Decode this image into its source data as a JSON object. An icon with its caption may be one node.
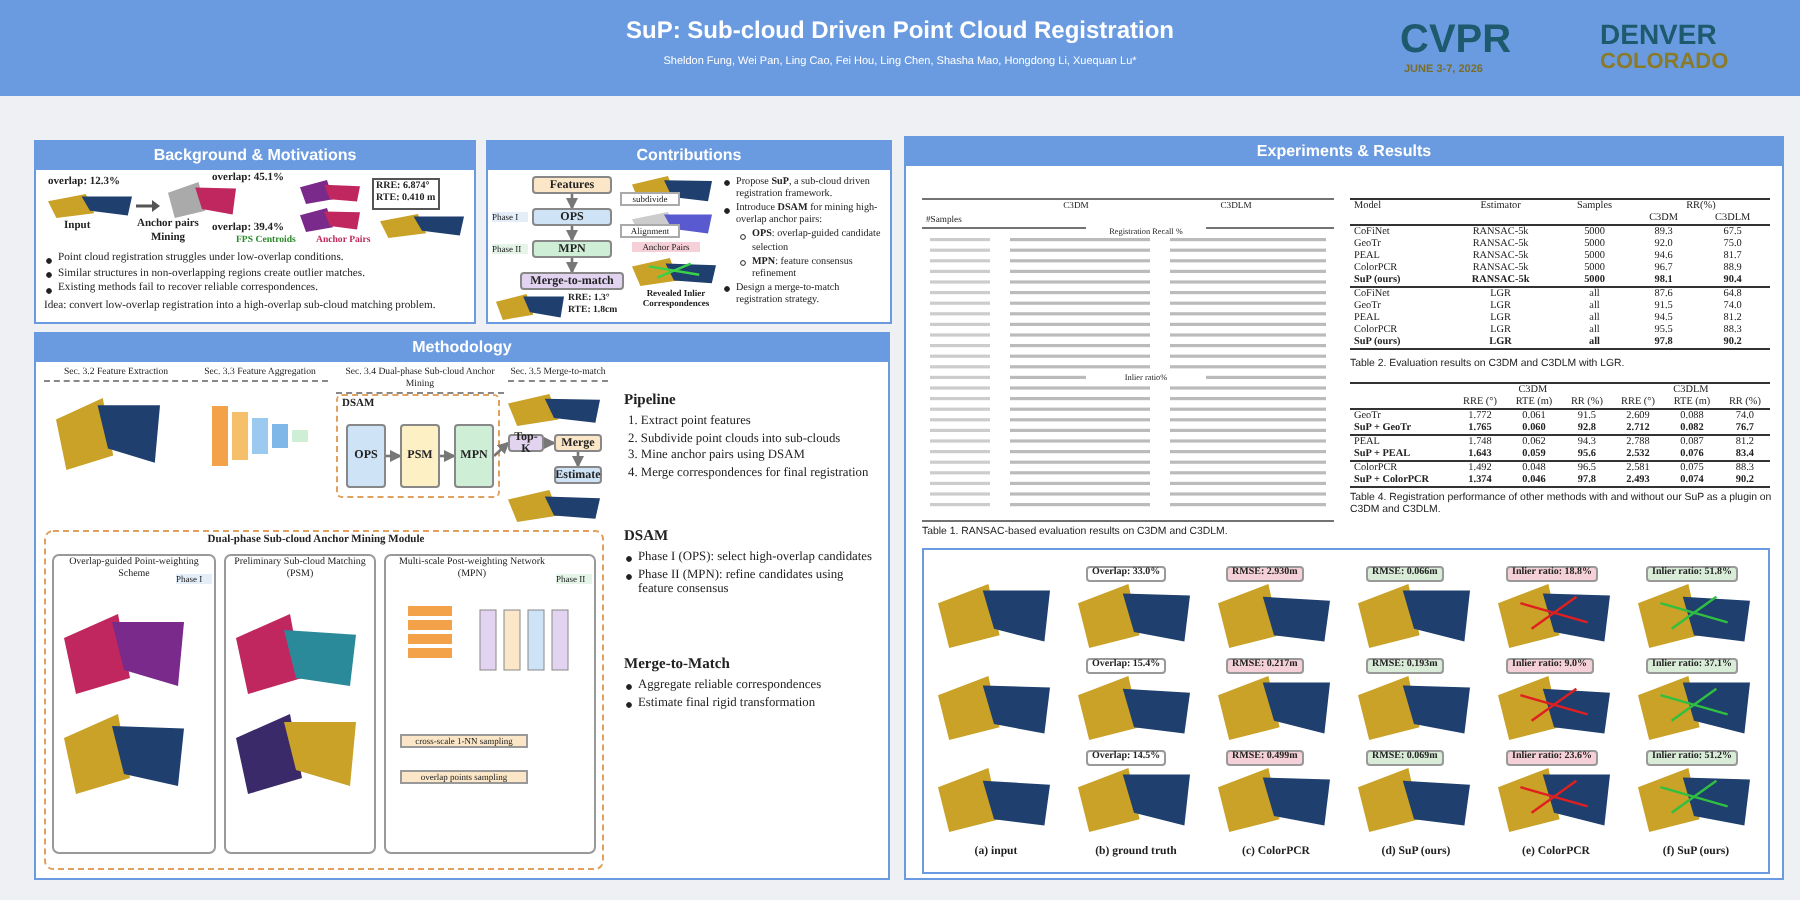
{
  "diagram": {
    "title": "SuP: Sub-cloud Driven Point Cloud Registration",
    "nodes": [
      {
        "text": [
          "Background & Motivations"
        ]
      },
      {
        "text": [
          "Contributions"
        ]
      },
      {
        "text": [
          "Features"
        ],
        "in": 1
      },
      {
        "text": [
          "OPS"
        ],
        "in": 1
      },
      {
        "text": [
          "MPN"
        ],
        "in": 1
      },
      {
        "text": [
          "Merge-to-match"
        ],
        "in": 1
      },
      {
        "text": [
          "Methodology"
        ]
      },
      {
        "text": [
          "DSAM"
        ],
        "in": 6
      },
      {
        "text": [
          "OPS"
        ],
        "in": 7
      },
      {
        "text": [
          "PSM"
        ],
        "in": 7
      },
      {
        "text": [
          "MPN"
        ],
        "in": 7
      },
      {
        "text": [
          "Top-K"
        ],
        "in": 6
      },
      {
        "text": [
          "Merge"
        ],
        "in": 6
      },
      {
        "text": [
          "Estimate"
        ],
        "in": 6
      },
      {
        "text": [
          "Experiments & Results"
        ]
      }
    ],
    "edges": [
      {
        "from": 2,
        "to": 3,
        "arrow": "to"
      },
      {
        "from": 3,
        "to": 4,
        "arrow": "to"
      },
      {
        "from": 4,
        "to": 5,
        "arrow": "to"
      },
      {
        "from": 8,
        "to": 9,
        "arrow": "to"
      },
      {
        "from": 9,
        "to": 10,
        "arrow": "to"
      },
      {
        "from": 10,
        "to": 11,
        "arrow": "to"
      },
      {
        "from": 11,
        "to": 12,
        "arrow": "to"
      },
      {
        "from": 12,
        "to": 13,
        "arrow": "to"
      }
    ],
    "labels": [
      "Sheldon Fung, Wei Pan, Ling Cao, Fei Hou, Ling Chen, Shasha Mao, Hongdong Li, Xuequan Lu*",
      "CVPR",
      "JUNE 3-7, 2026",
      "DENVER",
      "COLORADO",
      "overlap: 12.3%",
      "Input",
      "Anchor pairs Mining",
      "overlap: 45.1%",
      "overlap: 39.4%",
      "FPS Centroids",
      "Anchor Pairs",
      "RRE: 6.874°",
      "RTE: 0.410 m",
      "Point cloud registration struggles under low-overlap conditions.",
      "Similar structures in non-overlapping regions create outlier matches.",
      "Existing methods fail to recover reliable correspondences.",
      "Idea: convert low-overlap registration into a high-overlap sub-cloud matching problem.",
      "Phase I",
      "subdivide",
      "Phase II",
      "Alignment",
      "Anchor Pairs",
      "RRE: 1.3°",
      "RTE: 1.8cm",
      "Revealed Inlier Correspondences",
      "Propose **SuP**, a sub-cloud driven registration framework.",
      "Introduce **DSAM** for mining high-overlap anchor pairs:",
      "**OPS**: overlap-guided candidate selection",
      "**MPN**: feature consensus refinement",
      "Design a merge-to-match registration strategy.",
      "Sec. 3.2 Feature Extraction",
      "Sec. 3.3 Feature Aggregation",
      "Sec. 3.4 Dual-phase Sub-cloud Anchor Mining",
      "Sec. 3.5 Merge-to-match",
      "Dual-phase Sub-cloud Anchor Mining Module",
      "Overlap-guided Point-weighting Scheme",
      "Preliminary Sub-cloud Matching (PSM)",
      "Multi-scale Post-weighting Network (MPN)",
      "Phase I",
      "Phase II",
      "cross-scale 1-NN sampling",
      "overlap points sampling",
      "Pipeline",
      "1. Extract point features",
      "2. Subdivide point clouds into sub-clouds",
      "3. Mine anchor pairs using DSAM",
      "4. Merge correspondences for final registration",
      "DSAM",
      "Phase I (OPS): select high-overlap candidates",
      "Phase II (MPN): refine candidates using feature consensus",
      "Merge-to-Match",
      "Aggregate reliable correspondences",
      "Estimate final rigid transformation",
      "#Samples",
      "C3DM",
      "C3DLM",
      "Registration Recall %",
      "Inlier ratio%",
      "Table 1. RANSAC-based evaluation results on C3DM and C3DLM.",
      "Model",
      "Estimator",
      "Samples",
      "RR(%)",
      "C3DM",
      "C3DLM",
      "CoFiNet",
      "RANSAC-5k",
      "5000",
      "89.3",
      "67.5",
      "GeoTr",
      "RANSAC-5k",
      "5000",
      "92.0",
      "75.0",
      "PEAL",
      "RANSAC-5k",
      "5000",
      "94.6",
      "81.7",
      "ColorPCR",
      "RANSAC-5k",
      "5000",
      "96.7",
      "88.9",
      "SuP (ours)",
      "RANSAC-5k",
      "5000",
      "98.1",
      "90.4",
      "CoFiNet",
      "LGR",
      "all",
      "87.6",
      "64.8",
      "GeoTr",
      "LGR",
      "all",
      "91.5",
      "74.0",
      "PEAL",
      "LGR",
      "all",
      "94.5",
      "81.2",
      "ColorPCR",
      "LGR",
      "all",
      "95.5",
      "88.3",
      "SuP (ours)",
      "LGR",
      "all",
      "97.8",
      "90.2",
      "Table 2. Evaluation results on C3DM and C3DLM with LGR.",
      "C3DM",
      "C3DLM",
      "RRE (°)",
      "RTE (m)",
      "RR (%)",
      "RRE (°)",
      "RTE (m)",
      "RR (%)",
      "GeoTr",
      "1.772",
      "0.061",
      "91.5",
      "2.609",
      "0.088",
      "74.0",
      "SuP + GeoTr",
      "1.765",
      "0.060",
      "92.8",
      "2.712",
      "0.082",
      "76.7",
      "PEAL",
      "1.748",
      "0.062",
      "94.3",
      "2.788",
      "0.087",
      "81.2",
      "SuP + PEAL",
      "1.643",
      "0.059",
      "95.6",
      "2.532",
      "0.076",
      "83.4",
      "ColorPCR",
      "1.492",
      "0.048",
      "96.5",
      "2.581",
      "0.075",
      "88.3",
      "SuP + ColorPCR",
      "1.374",
      "0.046",
      "97.8",
      "2.493",
      "0.074",
      "90.2",
      "Table 4. Registration performance of other methods with and without our SuP as a plugin on C3DM and C3DLM.",
      "Overlap: 33.0%",
      "RMSE: 2.930m",
      "RMSE: 0.066m",
      "Inlier ratio: 18.8%",
      "Inlier ratio: 51.8%",
      "Overlap: 15.4%",
      "RMSE: 0.217m",
      "RMSE: 0.193m",
      "Inlier ratio: 9.0%",
      "Inlier ratio: 37.1%",
      "Overlap: 14.5%",
      "RMSE: 0.499m",
      "RMSE: 0.069m",
      "Inlier ratio: 23.6%",
      "Inlier ratio: 51.2%",
      "(a) input",
      "(b) ground truth",
      "(c) ColorPCR",
      "(d) SuP (ours)",
      "(e) ColorPCR",
      "(f) SuP (ours)"
    ]
  }
}
